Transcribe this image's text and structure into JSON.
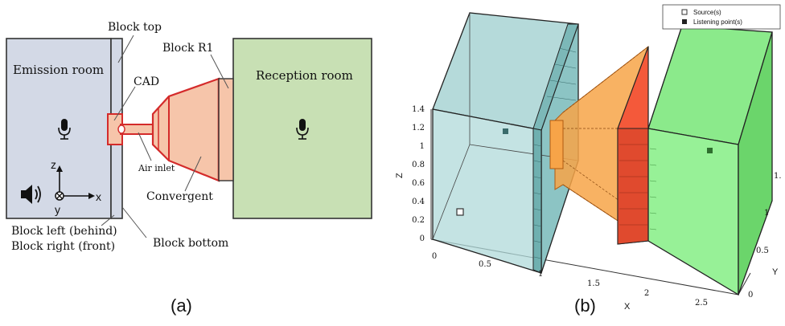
{
  "panel_a": {
    "rooms": {
      "emission": "Emission room",
      "reception": "Reception room"
    },
    "labels": {
      "block_top": "Block top",
      "block_r1": "Block R1",
      "cad": "CAD",
      "air_inlet": "Air inlet",
      "convergent": "Convergent",
      "block_left": "Block left (behind)",
      "block_right": "Block right (front)",
      "block_bottom": "Block bottom"
    },
    "axes": {
      "z": "z",
      "y": "y",
      "x": "x"
    },
    "caption": "(a)",
    "colors": {
      "emission_fill": "#d3d9e6",
      "reception_fill": "#c8e0b4",
      "convergent_fill": "#f6c5aa",
      "outline_red": "#d42b2b"
    },
    "icons": [
      "microphone-icon",
      "speaker-icon"
    ]
  },
  "panel_b": {
    "legend": {
      "source": "Source(s)",
      "listening": "Listening point(s)"
    },
    "axes": {
      "x_label": "X",
      "y_label": "Y",
      "z_label": "Z"
    },
    "x_ticks": [
      "0",
      "0.5",
      "1",
      "1.5",
      "2",
      "2.5"
    ],
    "y_ticks": [
      "0",
      "0.5",
      "1"
    ],
    "y_tick_partial": "1.",
    "z_ticks": [
      "0",
      "0.2",
      "0.4",
      "0.6",
      "0.8",
      "1",
      "1.2",
      "1.4"
    ],
    "caption": "(b)",
    "colors": {
      "emission_fill": "#a8d4d4",
      "reception_fill": "#7ee87e",
      "convergent_fill": "#f7a448",
      "panel_fill": "#f4593a"
    }
  }
}
